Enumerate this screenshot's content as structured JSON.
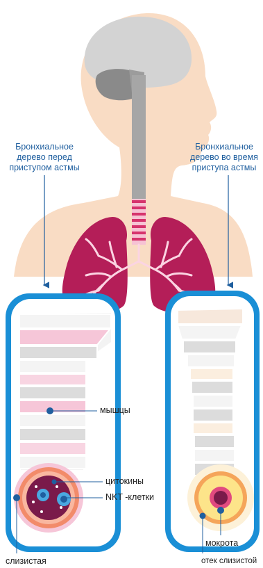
{
  "left_caption": {
    "line1": "Бронхиальное",
    "line2": "дерево перед",
    "line3": "приступом астмы"
  },
  "right_caption": {
    "line1": "Бронхиальное",
    "line2": "дерево во время",
    "line3": "приступа астмы"
  },
  "labels": {
    "muscles": "мышцы",
    "cytokines": "цитокины",
    "nkt_cells": "NKT -клетки",
    "mucosa": "слизистая",
    "sputum": "мокрота",
    "mucosa_edema": "отек слизистой"
  },
  "colors": {
    "skin": "#f9dcc4",
    "trachea": "#a6a6a6",
    "lungs": "#b41e58",
    "frame_blue": "#1a8fd6",
    "leader_blue": "#1f5f9f",
    "label_text": "#1f5f9f"
  }
}
